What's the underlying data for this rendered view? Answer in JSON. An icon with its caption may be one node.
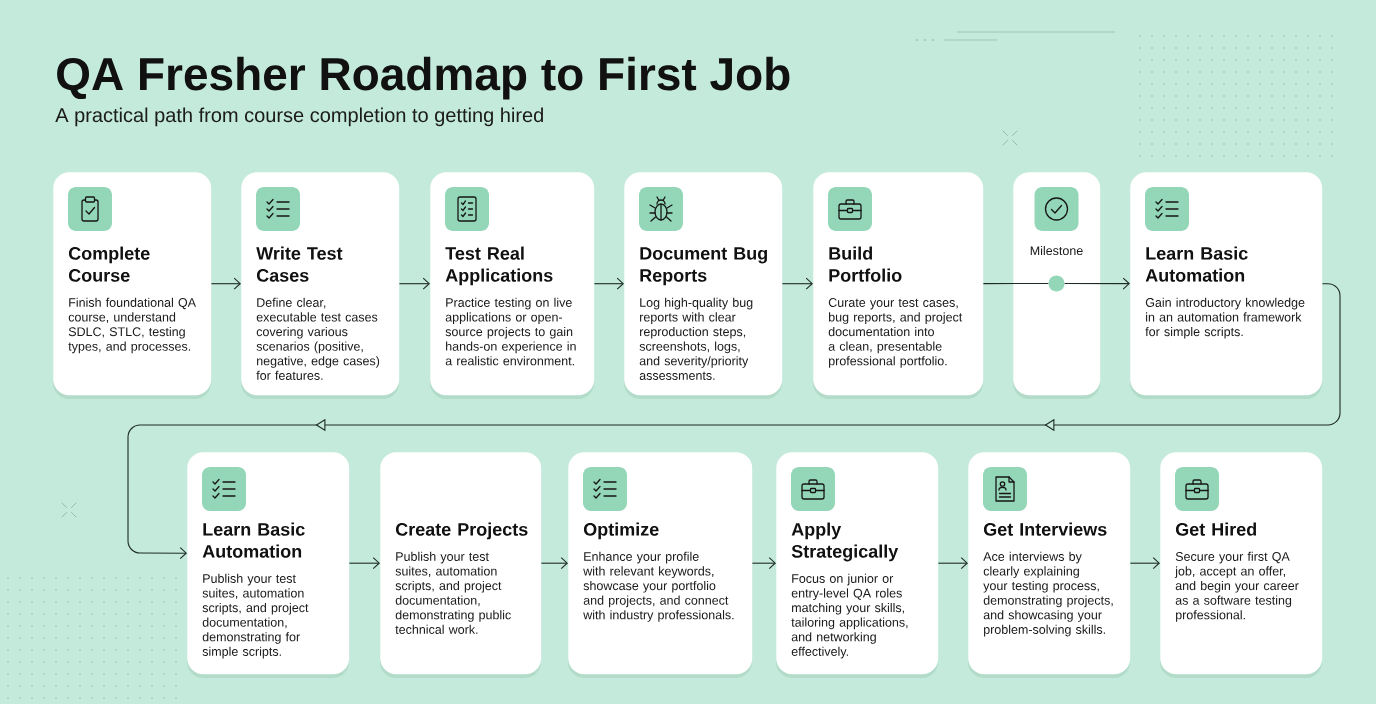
{
  "diagram": {
    "title": "QA Fresher Roadmap to First Job",
    "nodes": [
      {
        "text": [
          "Complete Course",
          "Finish foundational QA course, understand SDLC, STLC, testing types, and processes."
        ]
      },
      {
        "text": [
          "Write Test Cases",
          "Define clear, executable test cases covering various scenarios (positive, negative, edge cases) for features."
        ]
      },
      {
        "text": [
          "Test Real Applications",
          "Practice testing on live applications or open-source projects to gain hands-on experience in a realistic environment."
        ]
      },
      {
        "text": [
          "Document Bug Reports",
          "Log high-quality bug reports with clear reproduction steps, screenshots, logs, and severity/priority assessments."
        ]
      },
      {
        "text": [
          "Build Portfolio",
          "Curate your test cases, bug reports, and project documentation into a clean, presentable professional portfolio."
        ]
      },
      {
        "text": [
          "Milestone"
        ]
      },
      {
        "text": [],
        "shape": "circle",
        "in": 5
      },
      {
        "text": [
          "Learn Basic Automation",
          "Gain introductory knowledge in an automation framework for simple scripts."
        ]
      },
      {
        "text": [
          "Learn Basic Automation",
          "Publish your test suites, automation scripts, and project documentation, demonstrating for simple scripts."
        ]
      },
      {
        "text": [
          "Create Projects",
          "Publish your test suites, automation scripts, and project documentation, demonstrating public technical work."
        ]
      },
      {
        "text": [
          "Optimize",
          "Enhance your profile with relevant keywords, showcase your portfolio and projects, and connect with industry professionals."
        ]
      },
      {
        "text": [
          "Apply Strategically",
          "Focus on junior or entry-level QA roles matching your skills, tailoring applications, and networking effectively."
        ]
      },
      {
        "text": [
          "Get Interviews",
          "Ace interviews by clearly explaining your testing process, demonstrating projects, and showcasing your problem-solving skills."
        ]
      },
      {
        "text": [
          "Get Hired",
          "Secure your first QA job, accept an offer, and begin your career as a software testing professional."
        ]
      }
    ],
    "edges": [
      {
        "from": 0,
        "to": 1,
        "arrow": "to"
      },
      {
        "from": 1,
        "to": 2,
        "arrow": "to"
      },
      {
        "from": 2,
        "to": 3,
        "arrow": "to"
      },
      {
        "from": 3,
        "to": 4,
        "arrow": "to"
      },
      {
        "from": 4,
        "to": 6,
        "arrow": "none"
      },
      {
        "from": 6,
        "to": 7,
        "arrow": "to"
      },
      {
        "from": 7,
        "to": 8,
        "arrow": "to"
      },
      {
        "from": 8,
        "to": 9,
        "arrow": "to"
      },
      {
        "from": 9,
        "to": 10,
        "arrow": "to"
      },
      {
        "from": 10,
        "to": 11,
        "arrow": "to"
      },
      {
        "from": 11,
        "to": 12,
        "arrow": "to"
      },
      {
        "from": 12,
        "to": 13,
        "arrow": "to"
      }
    ],
    "labels": [
      "A practical path from course completion to getting hired"
    ]
  }
}
